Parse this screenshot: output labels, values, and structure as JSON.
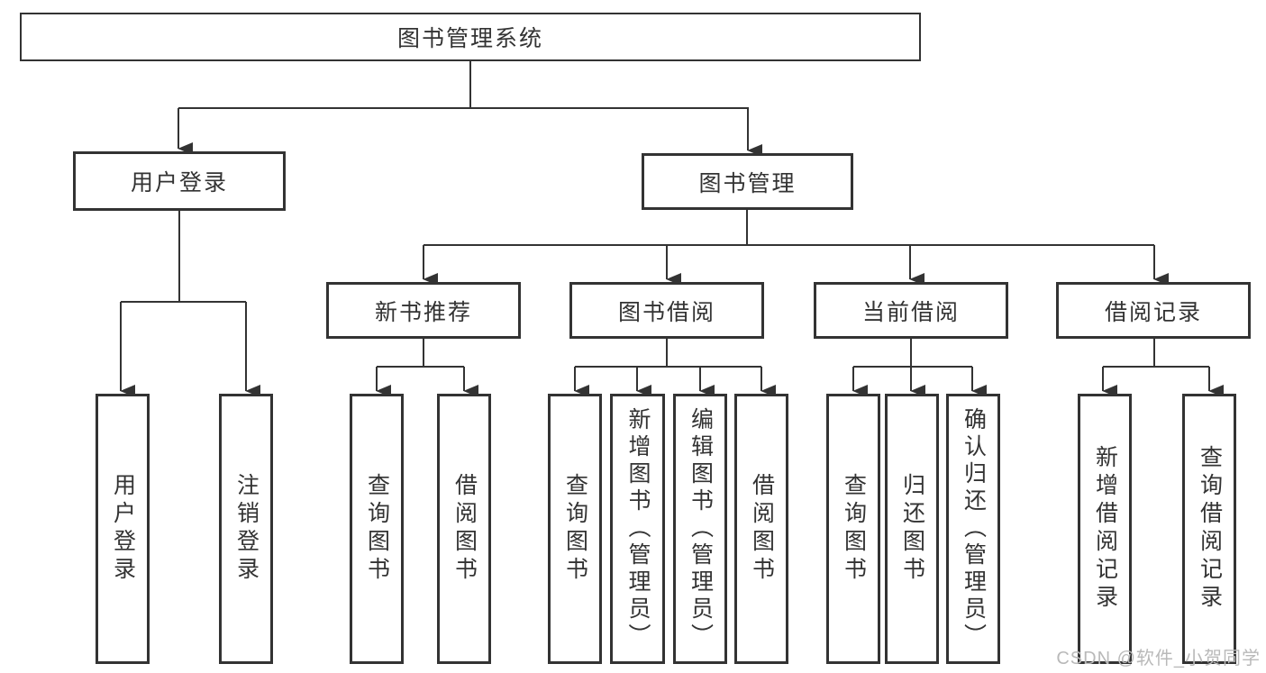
{
  "diagram": {
    "title_node": {
      "label": "图书管理系统"
    },
    "level2": [
      {
        "id": "user-login",
        "label": "用户登录"
      },
      {
        "id": "book-management",
        "label": "图书管理"
      }
    ],
    "level3": [
      {
        "id": "new-book-recommend",
        "label": "新书推荐"
      },
      {
        "id": "book-borrow",
        "label": "图书借阅"
      },
      {
        "id": "current-borrow",
        "label": "当前借阅"
      },
      {
        "id": "borrow-records",
        "label": "借阅记录"
      }
    ],
    "leaves": {
      "user_login": [
        {
          "label": "用户登录"
        },
        {
          "label": "注销登录"
        }
      ],
      "new_book": [
        {
          "label": "查询图书"
        },
        {
          "label": "借阅图书"
        }
      ],
      "book_borrow": [
        {
          "label": "查询图书"
        },
        {
          "label": "新增图书（管理员）"
        },
        {
          "label": "编辑图书（管理员）"
        },
        {
          "label": "借阅图书"
        }
      ],
      "current_borrow": [
        {
          "label": "查询图书"
        },
        {
          "label": "归还图书"
        },
        {
          "label": "确认归还（管理员）"
        }
      ],
      "borrow_records": [
        {
          "label": "新增借阅记录"
        },
        {
          "label": "查询借阅记录"
        }
      ]
    },
    "watermark": "CSDN @软件_小贺同学",
    "colors": {
      "line": "#333333",
      "box_border": "#333333",
      "text": "#333333",
      "watermark": "#b9b9b9",
      "background": "#ffffff"
    }
  }
}
